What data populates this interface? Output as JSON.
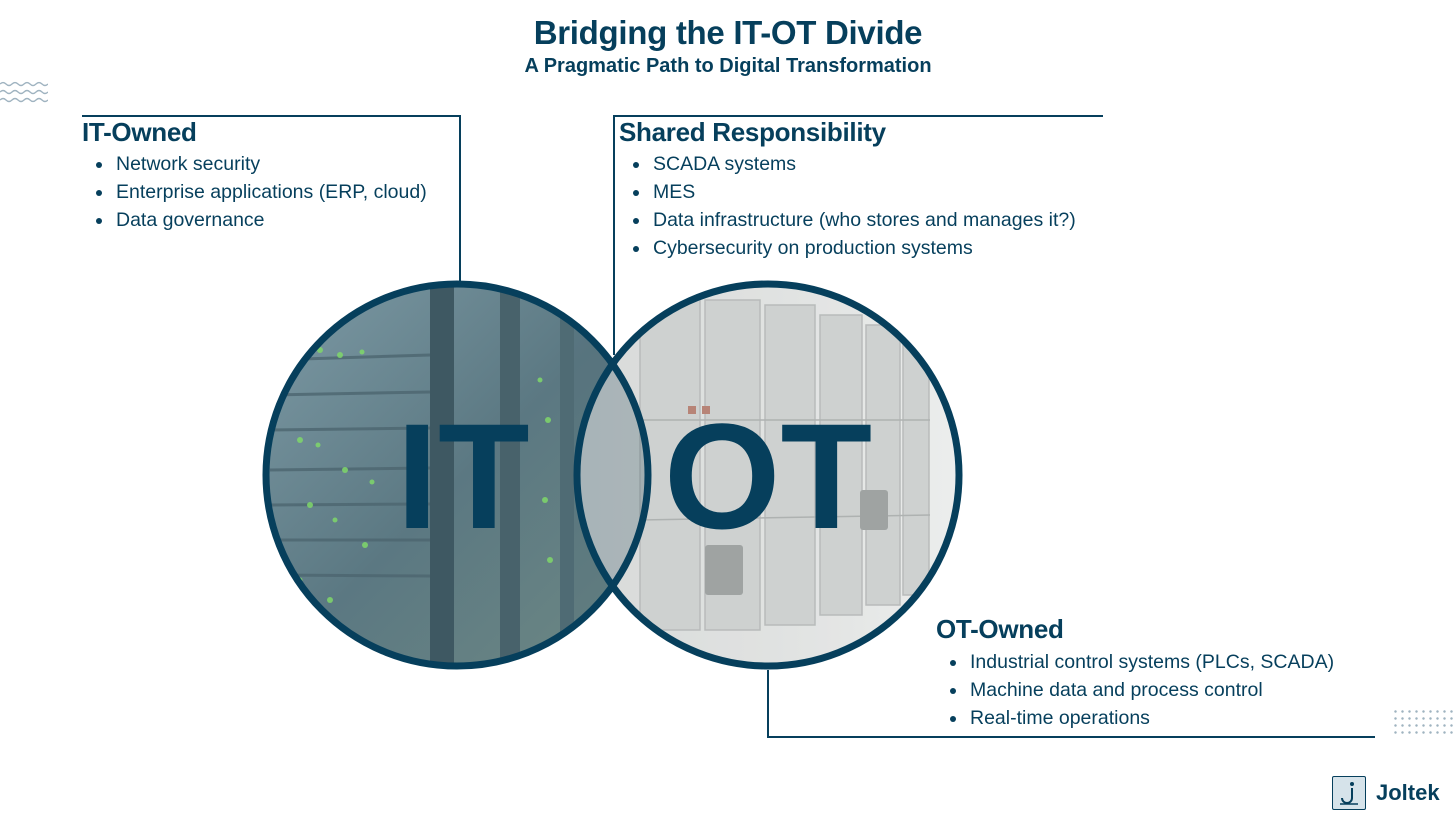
{
  "header": {
    "title": "Bridging the IT-OT Divide",
    "subtitle": "A Pragmatic Path to Digital Transformation"
  },
  "venn": {
    "left_label": "IT",
    "right_label": "OT"
  },
  "it_owned": {
    "title": "IT-Owned",
    "items": [
      "Network security",
      "Enterprise applications (ERP, cloud)",
      "Data governance"
    ]
  },
  "shared": {
    "title": "Shared Responsibility",
    "items": [
      "SCADA systems",
      "MES",
      "Data infrastructure (who stores and manages it?)",
      "Cybersecurity on production systems"
    ]
  },
  "ot_owned": {
    "title": "OT-Owned",
    "items": [
      "Industrial control systems (PLCs, SCADA)",
      "Machine data and process control",
      "Real-time operations"
    ]
  },
  "brand": {
    "name": "Joltek",
    "logo_icon": "j-hook-logo-icon"
  },
  "colors": {
    "primary": "#063f5c",
    "it_circle_fill": "#5a7a86",
    "ot_circle_fill": "#d6d8d6"
  }
}
